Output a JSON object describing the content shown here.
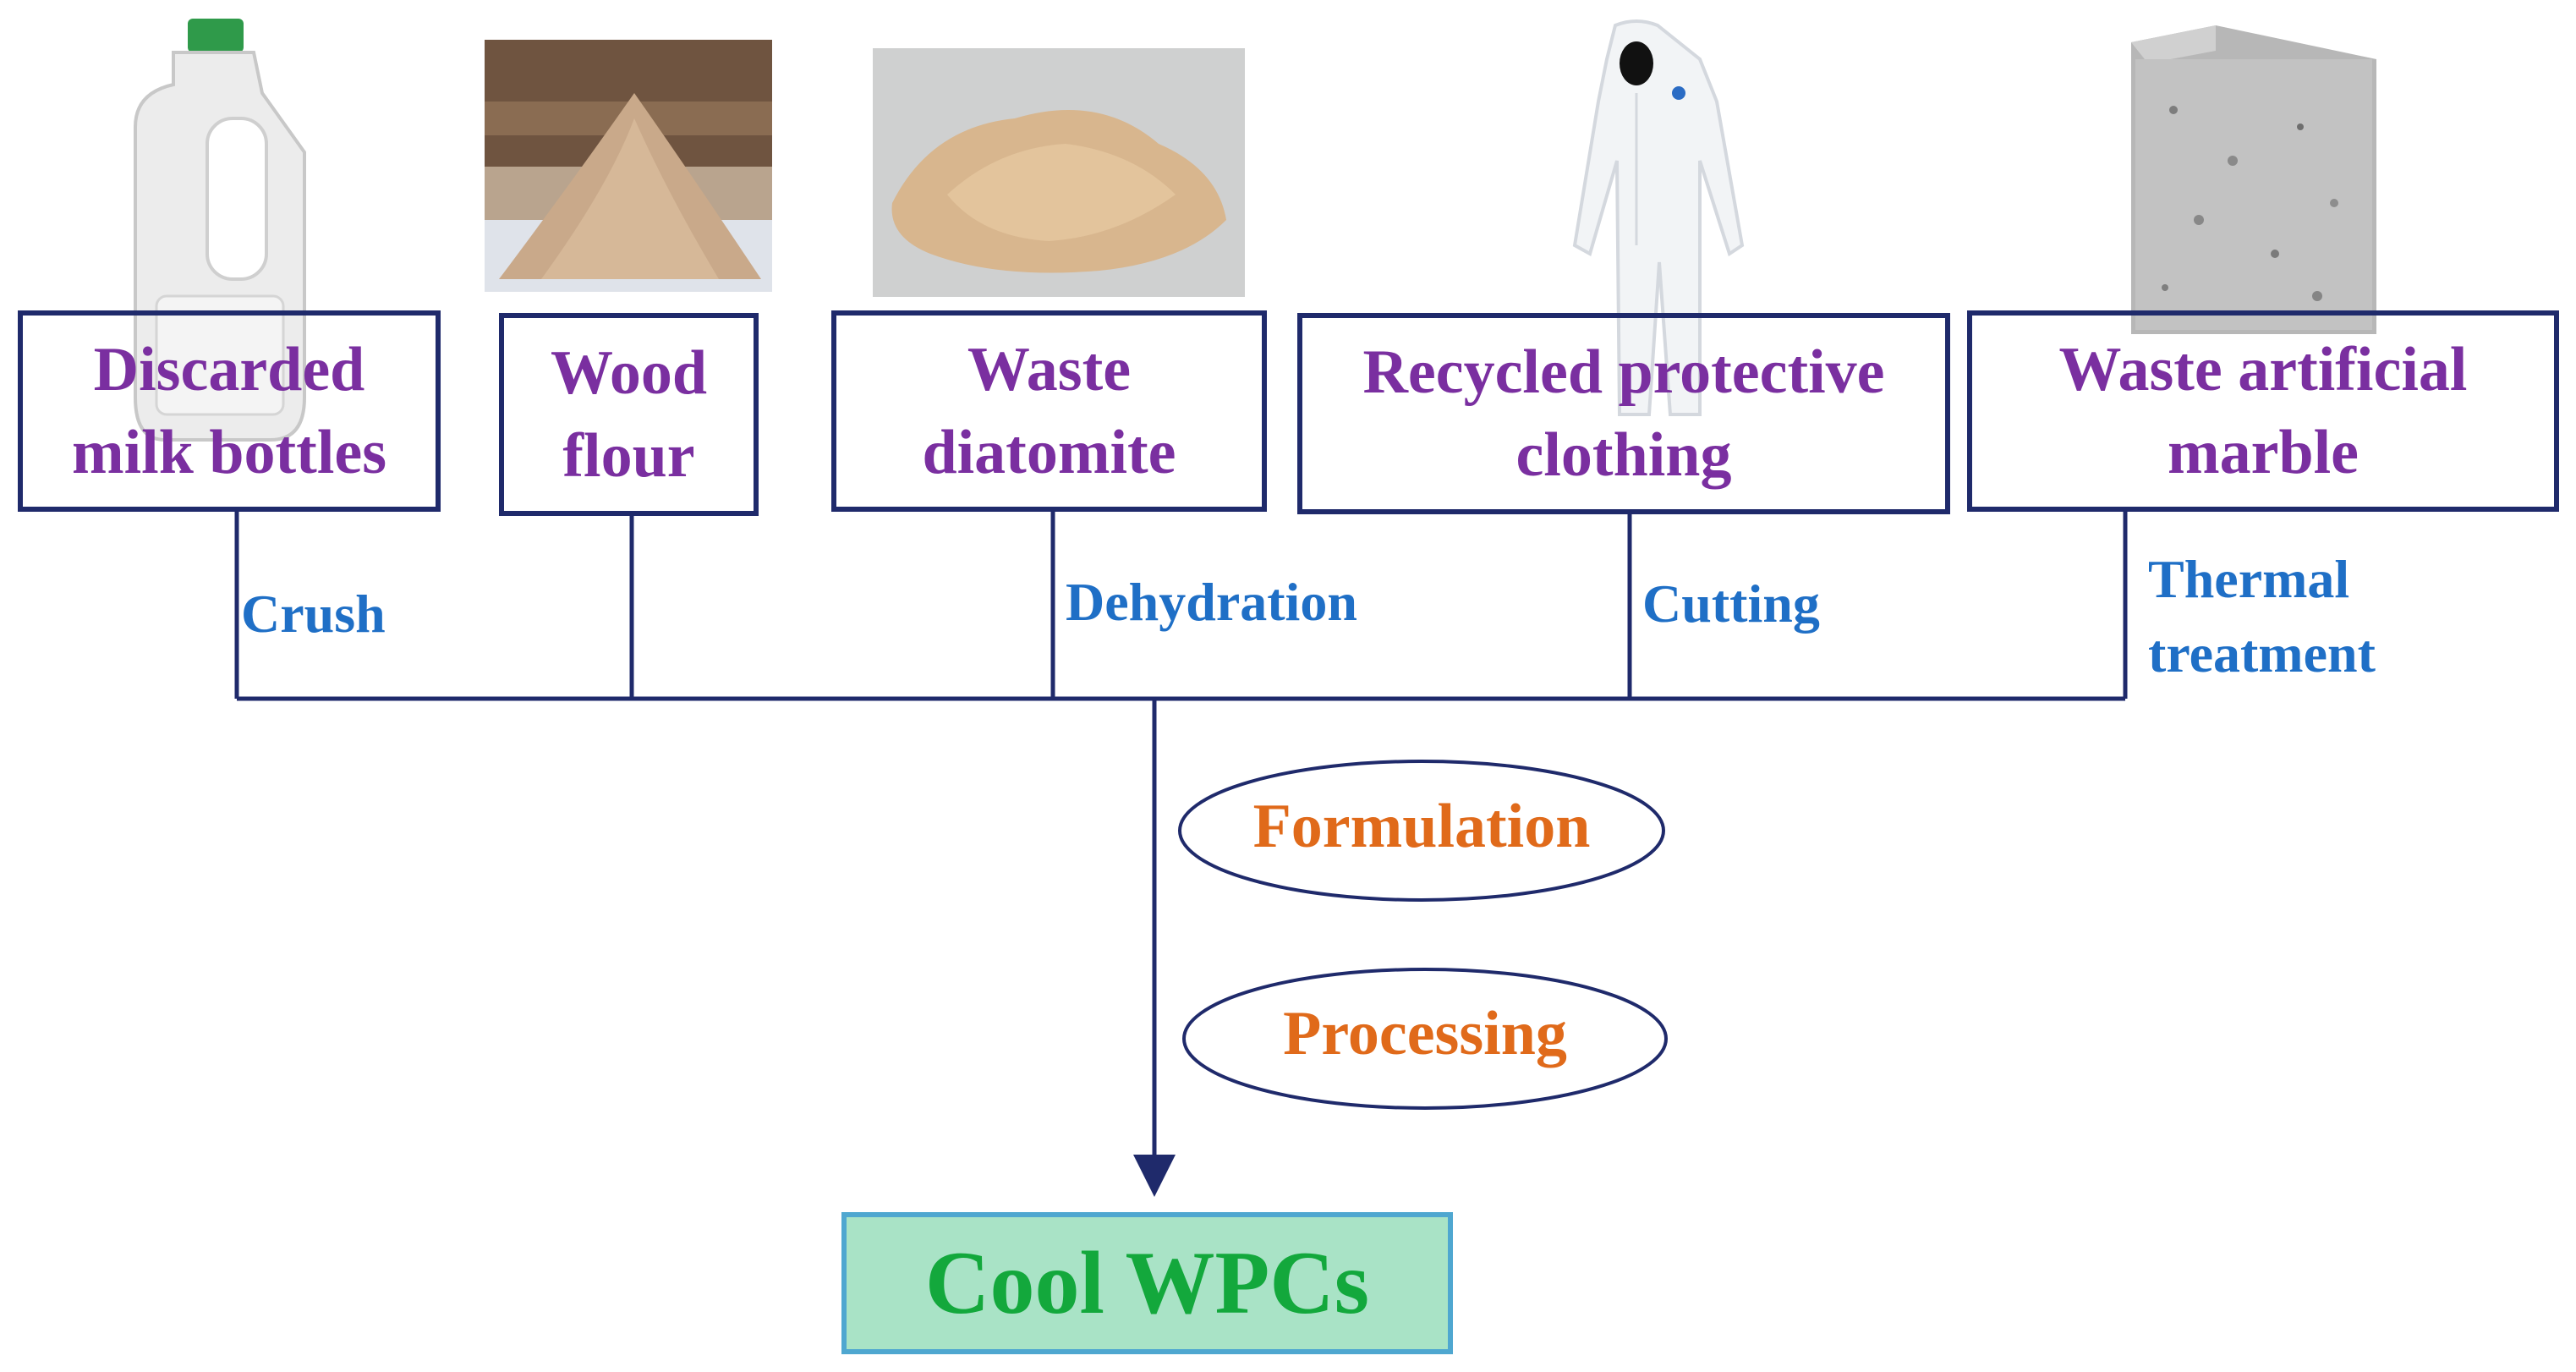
{
  "materials": [
    {
      "label": "Discarded\nmilk bottles",
      "icon": "milk-bottle-image"
    },
    {
      "label": "Wood\nflour",
      "icon": "wood-flour-image"
    },
    {
      "label": "Waste\ndiatomite",
      "icon": "diatomite-powder-image"
    },
    {
      "label": "Recycled protective\nclothing",
      "icon": "protective-suit-image"
    },
    {
      "label": "Waste artificial\nmarble",
      "icon": "marble-slab-image"
    }
  ],
  "steps": {
    "crush": "Crush",
    "dehydration": "Dehydration",
    "cutting": "Cutting",
    "thermal": "Thermal\ntreatment"
  },
  "process": {
    "formulation": "Formulation",
    "processing": "Processing"
  },
  "result": "Cool WPCs",
  "colors": {
    "box_border": "#1f2a6b",
    "material_text": "#7a2fa0",
    "step_text": "#1f6fc6",
    "process_text": "#e06a1a",
    "result_fill": "#a9e3c6",
    "result_text": "#13a83c"
  }
}
